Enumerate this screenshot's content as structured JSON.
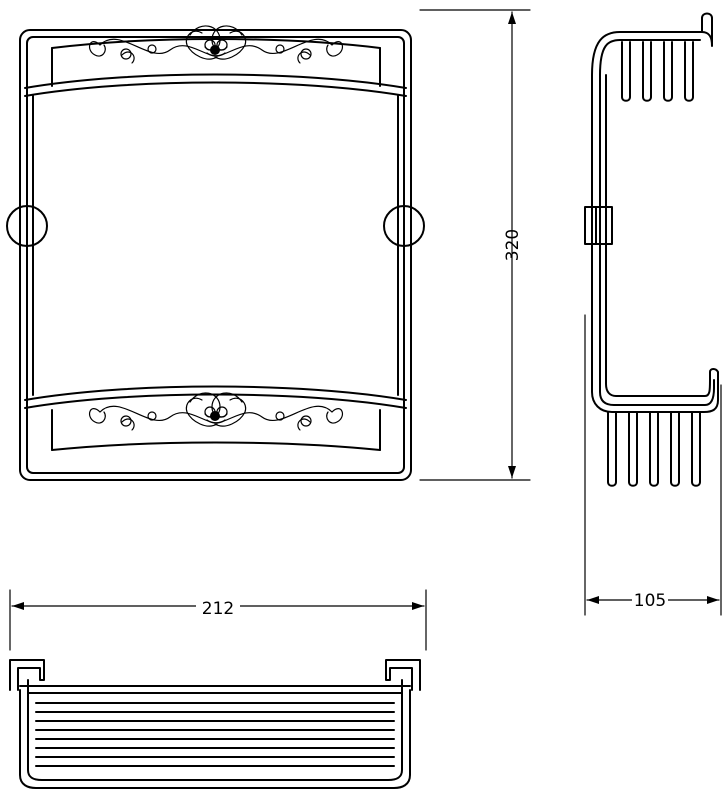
{
  "dimensions": {
    "height_label": "320",
    "width_label": "212",
    "depth_label": "105"
  }
}
